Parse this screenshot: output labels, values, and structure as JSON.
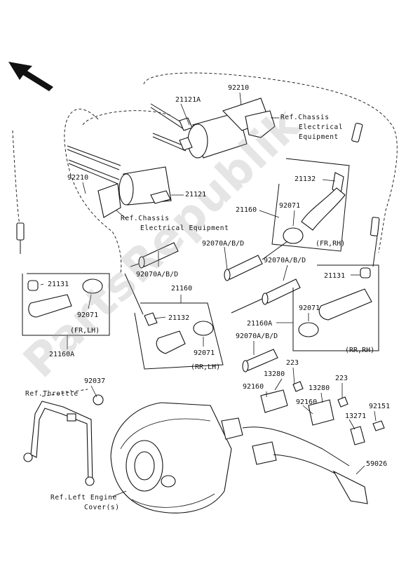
{
  "diagram": {
    "watermark": "PartsRepublik",
    "colors": {
      "line": "#111111",
      "background": "#ffffff",
      "watermark": "#a0a0a0"
    },
    "icons": [
      "front-direction-arrow-icon"
    ],
    "labels": {
      "p92210_top": "92210",
      "p21121A": "21121A",
      "ref_chassis_top_1": "Ref.Chassis",
      "ref_chassis_top_2": "Electrical",
      "ref_chassis_top_3": "Equipment",
      "p92210_left": "92210",
      "p21121": "21121",
      "ref_chassis_mid_1": "Ref.Chassis",
      "ref_chassis_mid_2": "Electrical Equipment",
      "p21132_r": "21132",
      "p21160_top": "21160",
      "p92071_r": "92071",
      "fr_rh": "(FR,RH)",
      "p92070_a": "92070A/B/D",
      "p92070_b": "92070A/B/D",
      "p92070_c": "92070A/B/D",
      "p92070_d": "92070A/B/D",
      "p21131_l": "21131",
      "p92071_l": "92071",
      "fr_lh": "(FR,LH)",
      "p21160A_l": "21160A",
      "p21160_mid": "21160",
      "p21132_m": "21132",
      "p92071_m": "92071",
      "rr_lh": "(RR,LH)",
      "p21131_r": "21131",
      "p92071_rr": "92071",
      "p21160A_r": "21160A",
      "rr_rh": "(RR,RH)",
      "p223_a": "223",
      "p13280_a": "13280",
      "p92160_a": "92160",
      "p13280_b": "13280",
      "p223_b": "223",
      "p92160_b": "92160",
      "p92151": "92151",
      "p13271": "13271",
      "p59026": "59026",
      "p92037": "92037",
      "ref_throttle": "Ref.Throttle",
      "ref_engine_1": "Ref.Left Engine",
      "ref_engine_2": "Cover(s)"
    }
  }
}
